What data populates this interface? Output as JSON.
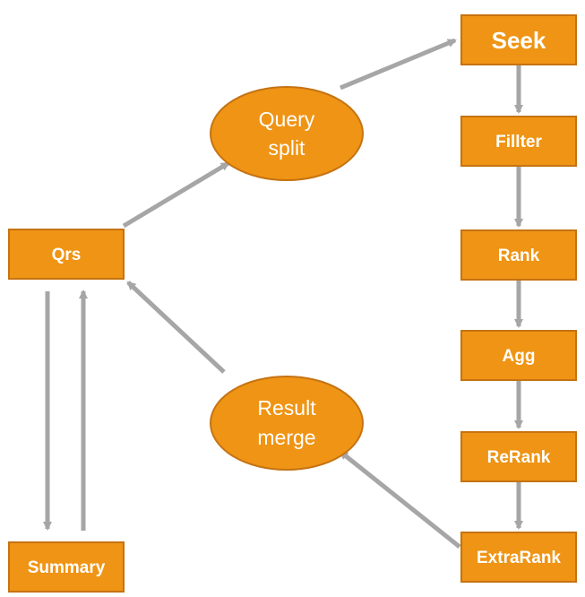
{
  "colors": {
    "node_fill": "#ef9414",
    "node_stroke": "#c57313",
    "edge": "#a6a6a6",
    "label": "#ffffff"
  },
  "nodes": {
    "seek": {
      "label": "Seek"
    },
    "filter": {
      "label": "Fillter"
    },
    "rank": {
      "label": "Rank"
    },
    "agg": {
      "label": "Agg"
    },
    "rerank": {
      "label": "ReRank"
    },
    "extrarank": {
      "label": "ExtraRank"
    },
    "qrs": {
      "label": "Qrs"
    },
    "summary": {
      "label": "Summary"
    },
    "query_split": {
      "line1": "Query",
      "line2": "split"
    },
    "result_merge": {
      "line1": "Result",
      "line2": "merge"
    }
  },
  "edges": [
    {
      "from": "qrs",
      "to": "query_split"
    },
    {
      "from": "query_split",
      "to": "seek"
    },
    {
      "from": "seek",
      "to": "filter"
    },
    {
      "from": "filter",
      "to": "rank"
    },
    {
      "from": "rank",
      "to": "agg"
    },
    {
      "from": "agg",
      "to": "rerank"
    },
    {
      "from": "rerank",
      "to": "extrarank"
    },
    {
      "from": "extrarank",
      "to": "result_merge"
    },
    {
      "from": "result_merge",
      "to": "qrs"
    },
    {
      "from": "qrs",
      "to": "summary"
    },
    {
      "from": "summary",
      "to": "qrs"
    }
  ]
}
